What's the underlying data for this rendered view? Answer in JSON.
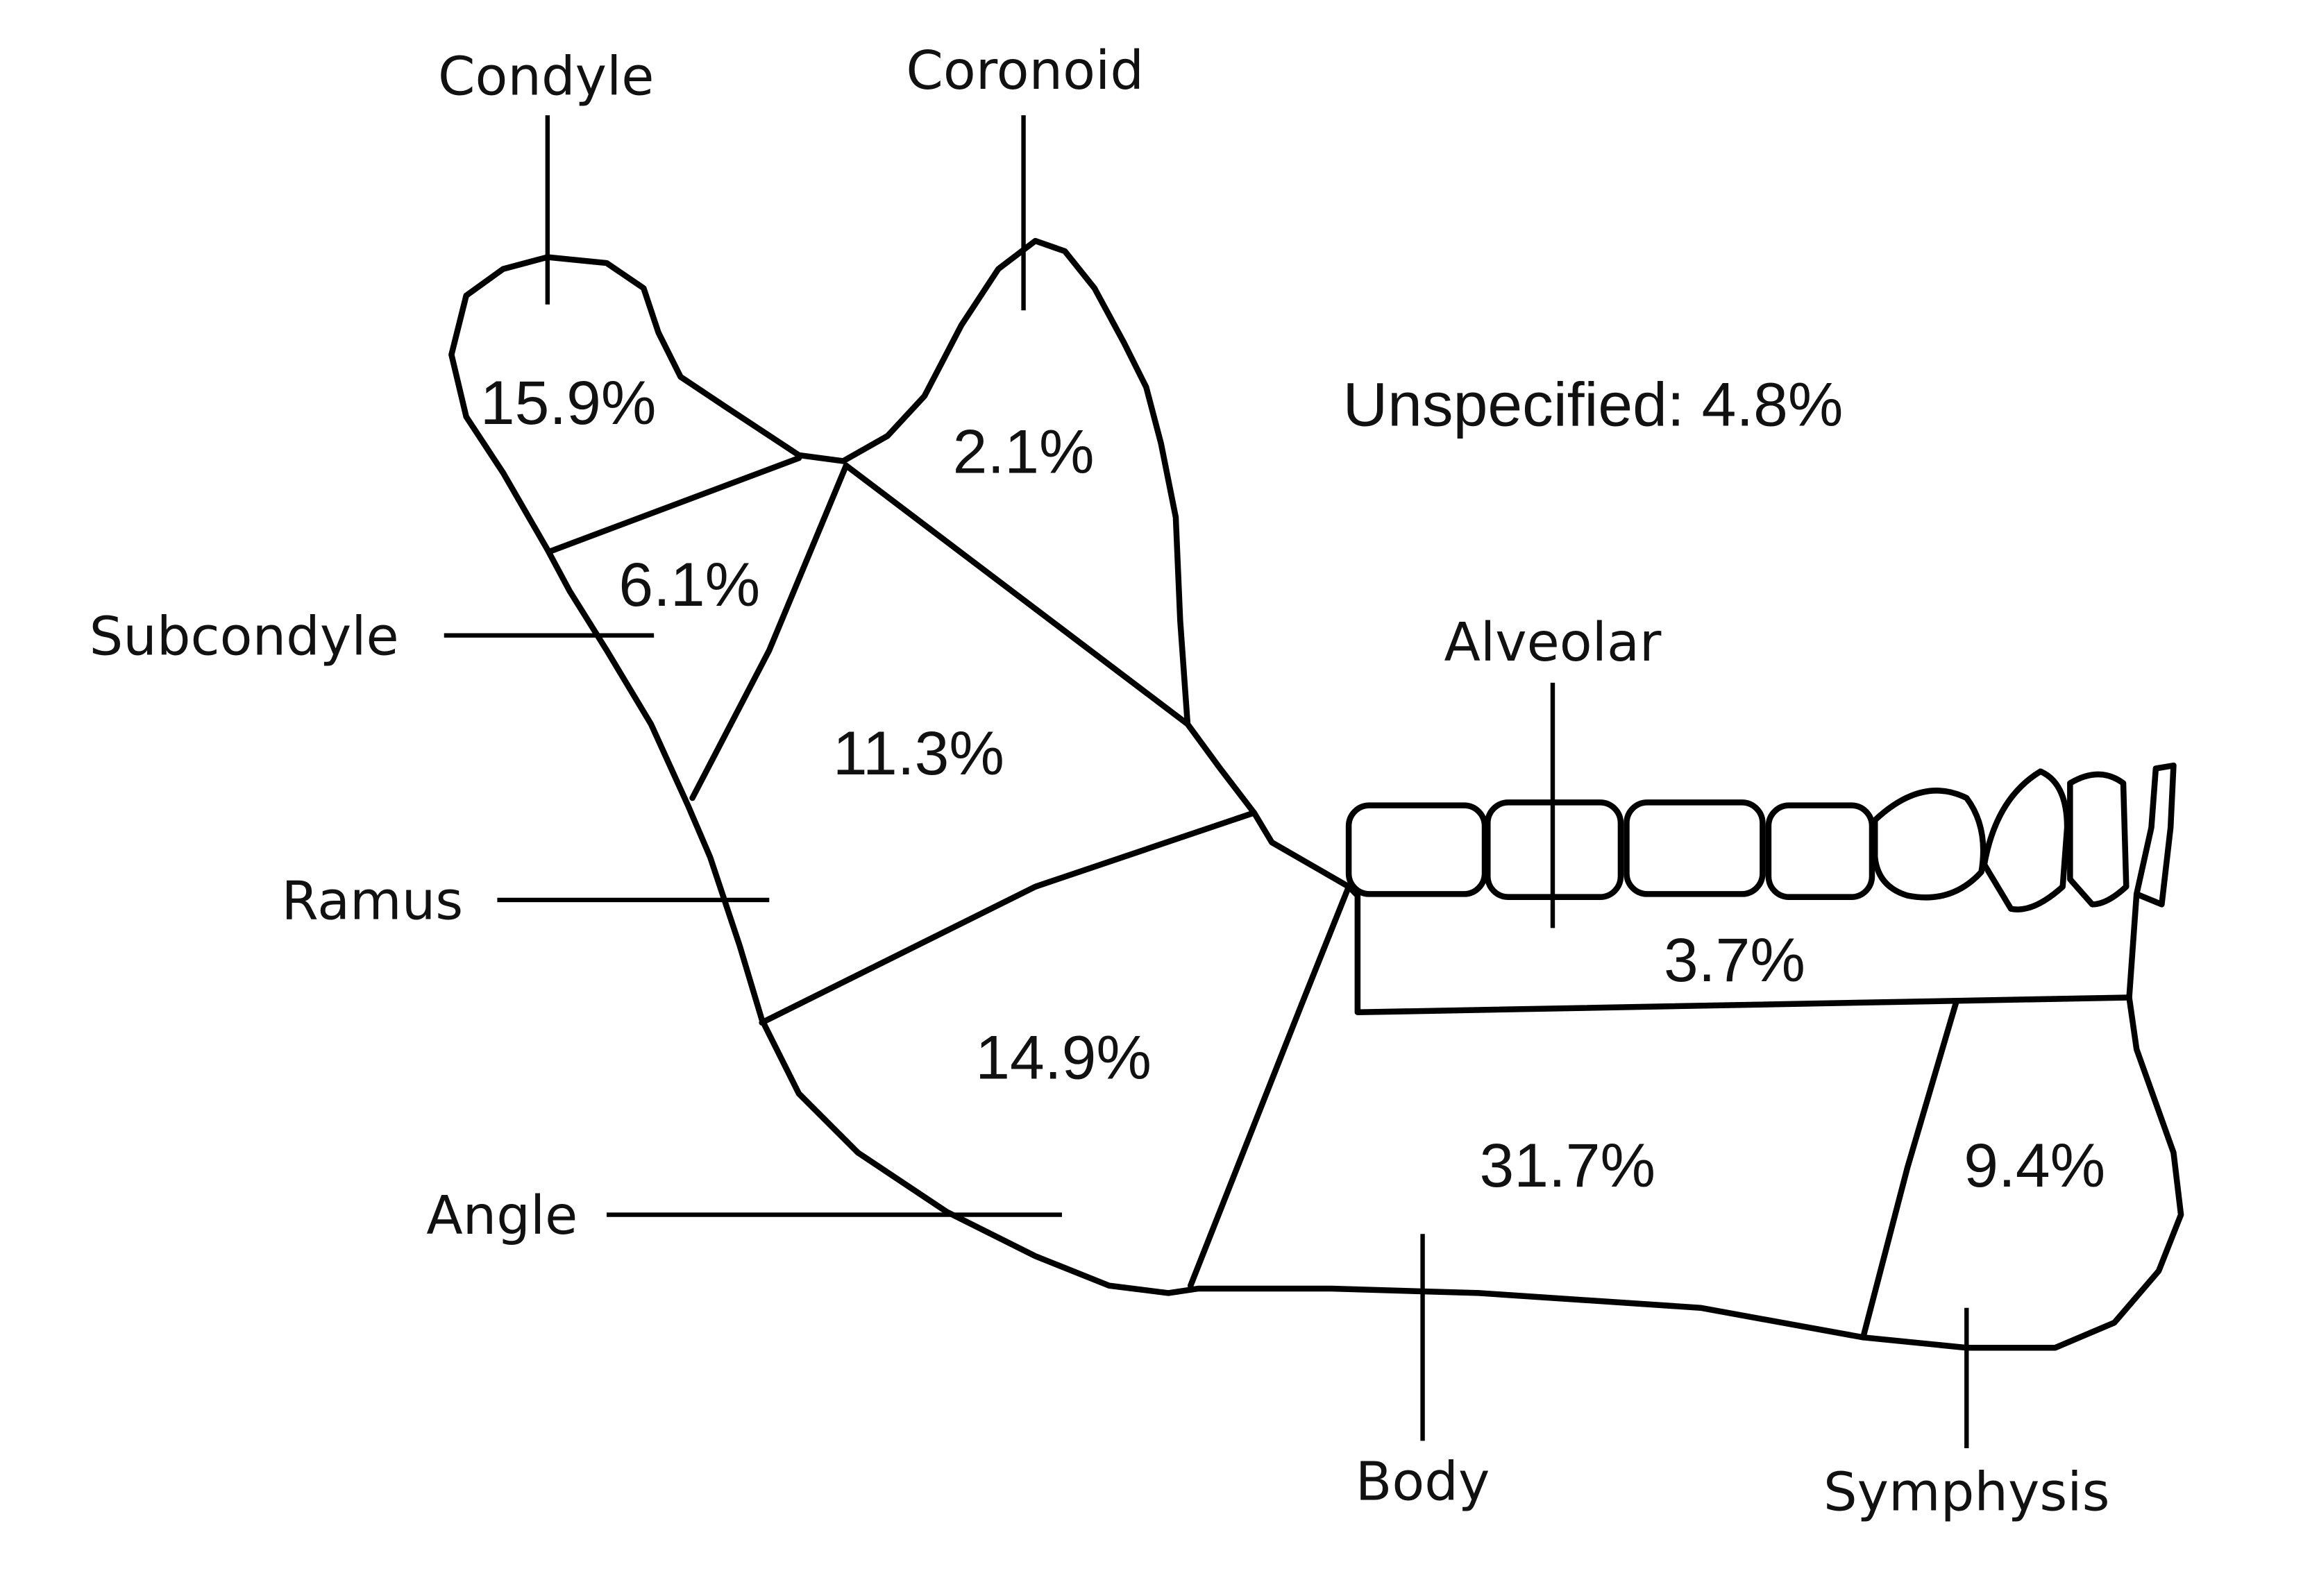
{
  "labels": {
    "condyle": "Condyle",
    "coronoid": "Coronoid",
    "subcondyle": "Subcondyle",
    "ramus": "Ramus",
    "angle": "Angle",
    "alveolar": "Alveolar",
    "body": "Body",
    "symphysis": "Symphysis"
  },
  "percentages": {
    "condyle": "15.9%",
    "coronoid": "2.1%",
    "subcondyle": "6.1%",
    "ramus": "11.3%",
    "angle": "14.9%",
    "alveolar": "3.7%",
    "body": "31.7%",
    "symphysis": "9.4%",
    "unspecified": "Unspecified: 4.8%"
  }
}
